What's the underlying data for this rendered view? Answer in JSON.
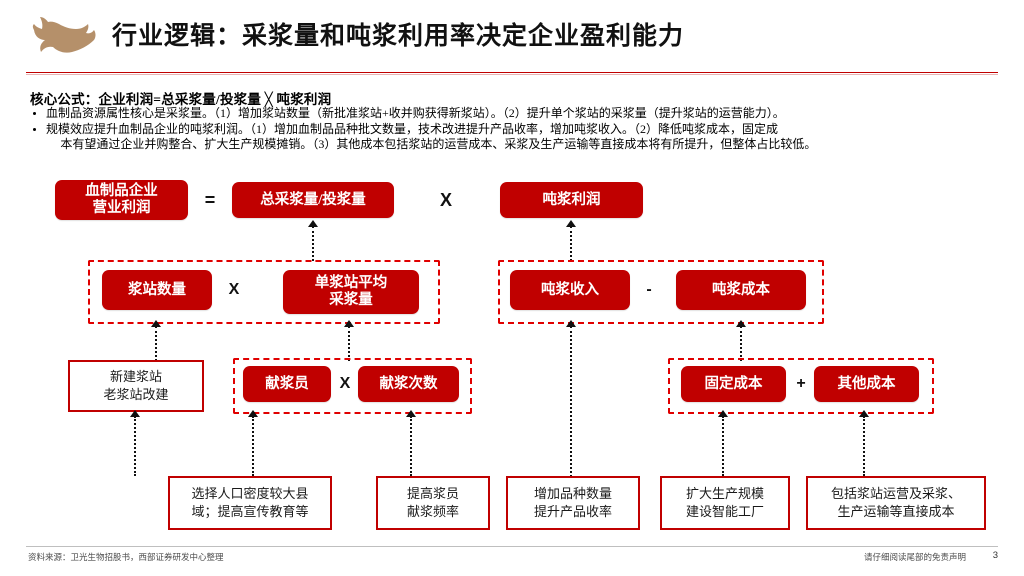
{
  "header": {
    "logo_icon": "bull-logo-icon",
    "logo_color": "#b5906a",
    "title": "行业逻辑：采浆量和吨浆利用率决定企业盈利能力",
    "rule_color": "#c00000"
  },
  "body": {
    "formula_line": "核心公式：企业利润=总采浆量/投浆量 ╳ 吨浆利润",
    "bullets": [
      {
        "line1": "血制品资源属性核心是采浆量。（1）增加浆站数量（新批准浆站+收并购获得新浆站）。（2）提升单个浆站的采浆量（提升浆站的运营能力）。"
      },
      {
        "line1": "规模效应提升血制品企业的吨浆利润。（1）增加血制品品种批文数量，技术改进提升产品收率，增加吨浆收入。（2）降低吨浆成本，固定成",
        "line2": "本有望通过企业并购整合、扩大生产规模摊销。（3）其他成本包括浆站的运营成本、采浆及生产运输等直接成本将有所提升，但整体占比较低。"
      }
    ]
  },
  "diagram": {
    "colors": {
      "box_red": "#c00000",
      "dash_red": "#e00000",
      "white_box_border": "#c00000"
    },
    "row1": {
      "box_profit": "血制品企业\n营业利润",
      "op_equals": "=",
      "box_total_plasma": "总采浆量/投浆量",
      "op_times": "X",
      "box_ton_profit": "吨浆利润"
    },
    "row2": {
      "box_station_count": "浆站数量",
      "op_times": "X",
      "box_avg_station": "单浆站平均\n采浆量",
      "box_ton_revenue": "吨浆收入",
      "op_minus": "-",
      "box_ton_cost": "吨浆成本"
    },
    "row3": {
      "box_new_station": "新建浆站\n老浆站改建",
      "box_donor": "献浆员",
      "op_times": "X",
      "box_donation_times": "献浆次数",
      "box_fixed_cost": "固定成本",
      "op_plus": "+",
      "box_other_cost": "其他成本"
    },
    "row4": [
      "选择人口密度较大县\n域；提高宣传教育等",
      "提高浆员\n献浆频率",
      "增加品种数量\n提升产品收率",
      "扩大生产规模\n建设智能工厂",
      "包括浆站运营及采浆、\n生产运输等直接成本"
    ]
  },
  "footer": {
    "source": "资料来源：卫光生物招股书，西部证券研发中心整理",
    "disclaimer": "请仔细阅读尾部的免责声明",
    "page_number": "3"
  }
}
